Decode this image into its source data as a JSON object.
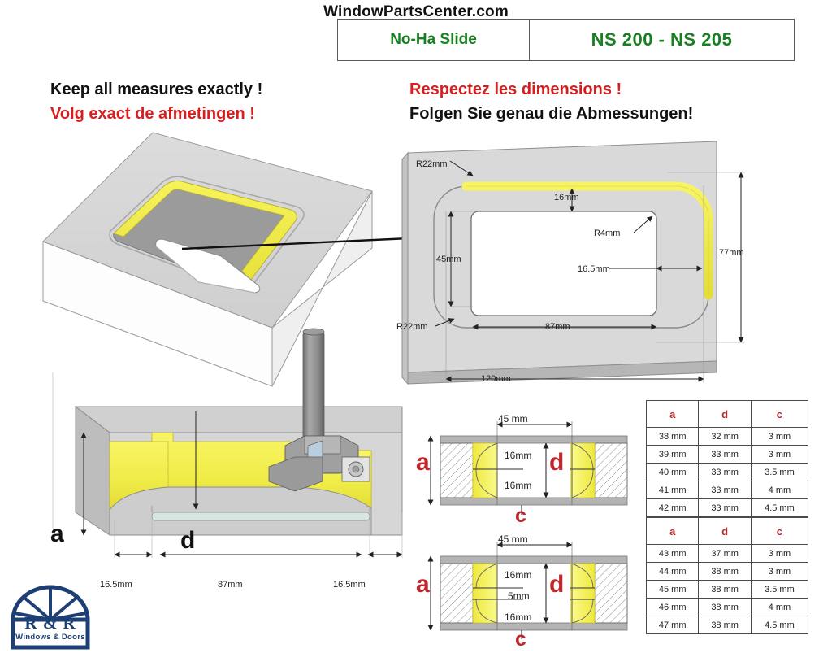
{
  "header": {
    "site_title": "WindowPartsCenter.com",
    "product_name": "No-Ha Slide",
    "model_range": "NS 200  -  NS 205"
  },
  "notices": {
    "en": "Keep all measures exactly !",
    "nl": "Volg exact de afmetingen !",
    "fr": "Respectez les dimensions !",
    "de": "Folgen Sie genau die Abmessungen!"
  },
  "top_view": {
    "radius_top_left": "R22mm",
    "radius_bottom_left": "R22mm",
    "wall_top": "16mm",
    "radius_inner": "R4mm",
    "height_inner": "45mm",
    "wall_right": "16.5mm",
    "width_inner": "87mm",
    "width_outer": "120mm",
    "height_outer": "77mm"
  },
  "side_view": {
    "label_a": "a",
    "label_d": "d",
    "left_wall": "16.5mm",
    "center": "87mm",
    "right_wall": "16.5mm"
  },
  "section_top": {
    "width": "45 mm",
    "label_a": "a",
    "label_d": "d",
    "label_c": "c",
    "inner_labels": [
      "16mm",
      "16mm"
    ]
  },
  "section_bottom": {
    "width": "45 mm",
    "label_a": "a",
    "label_d": "d",
    "label_c": "c",
    "inner_labels": [
      "16mm",
      "5mm",
      "16mm"
    ]
  },
  "spec_table_1": {
    "headers": [
      "a",
      "d",
      "c"
    ],
    "rows": [
      [
        "38 mm",
        "32 mm",
        "3 mm"
      ],
      [
        "39 mm",
        "33 mm",
        "3 mm"
      ],
      [
        "40 mm",
        "33 mm",
        "3.5 mm"
      ],
      [
        "41 mm",
        "33 mm",
        "4 mm"
      ],
      [
        "42 mm",
        "33 mm",
        "4.5 mm"
      ]
    ]
  },
  "spec_table_2": {
    "headers": [
      "a",
      "d",
      "c"
    ],
    "rows": [
      [
        "43 mm",
        "37 mm",
        "3 mm"
      ],
      [
        "44 mm",
        "38 mm",
        "3 mm"
      ],
      [
        "45 mm",
        "38 mm",
        "3.5 mm"
      ],
      [
        "46 mm",
        "38 mm",
        "4 mm"
      ],
      [
        "47 mm",
        "38 mm",
        "4.5 mm"
      ]
    ]
  },
  "logo": {
    "initials": "R & R",
    "tagline": "Windows & Doors",
    "color": "#1d3f73"
  },
  "colors": {
    "routed_yellow": "#f2ee4e",
    "body_gray": "#d4d4d4",
    "dark_gray": "#8f8f8f",
    "green_text": "#178020",
    "red_text": "#d81f20",
    "label_red": "#c0272d"
  }
}
